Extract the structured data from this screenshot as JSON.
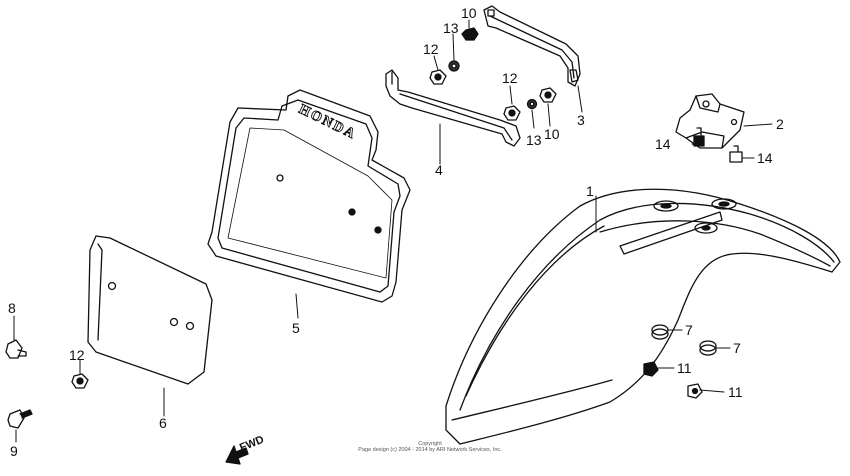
{
  "callouts": {
    "c1": "1",
    "c2": "2",
    "c3": "3",
    "c4": "4",
    "c5": "5",
    "c6": "6",
    "c7a": "7",
    "c7b": "7",
    "c8": "8",
    "c9": "9",
    "c10a": "10",
    "c10b": "10",
    "c11a": "11",
    "c11b": "11",
    "c12a": "12",
    "c12b": "12",
    "c12c": "12",
    "c13a": "13",
    "c13b": "13",
    "c14a": "14",
    "c14b": "14"
  },
  "bracket_embossing": "HONDA",
  "direction": "FWD",
  "copyright": {
    "line1": "Copyright",
    "line2": "Page design (c) 2004 - 2014 by ARI Network Services, Inc."
  },
  "colors": {
    "ink": "#111111",
    "paper": "#ffffff"
  }
}
